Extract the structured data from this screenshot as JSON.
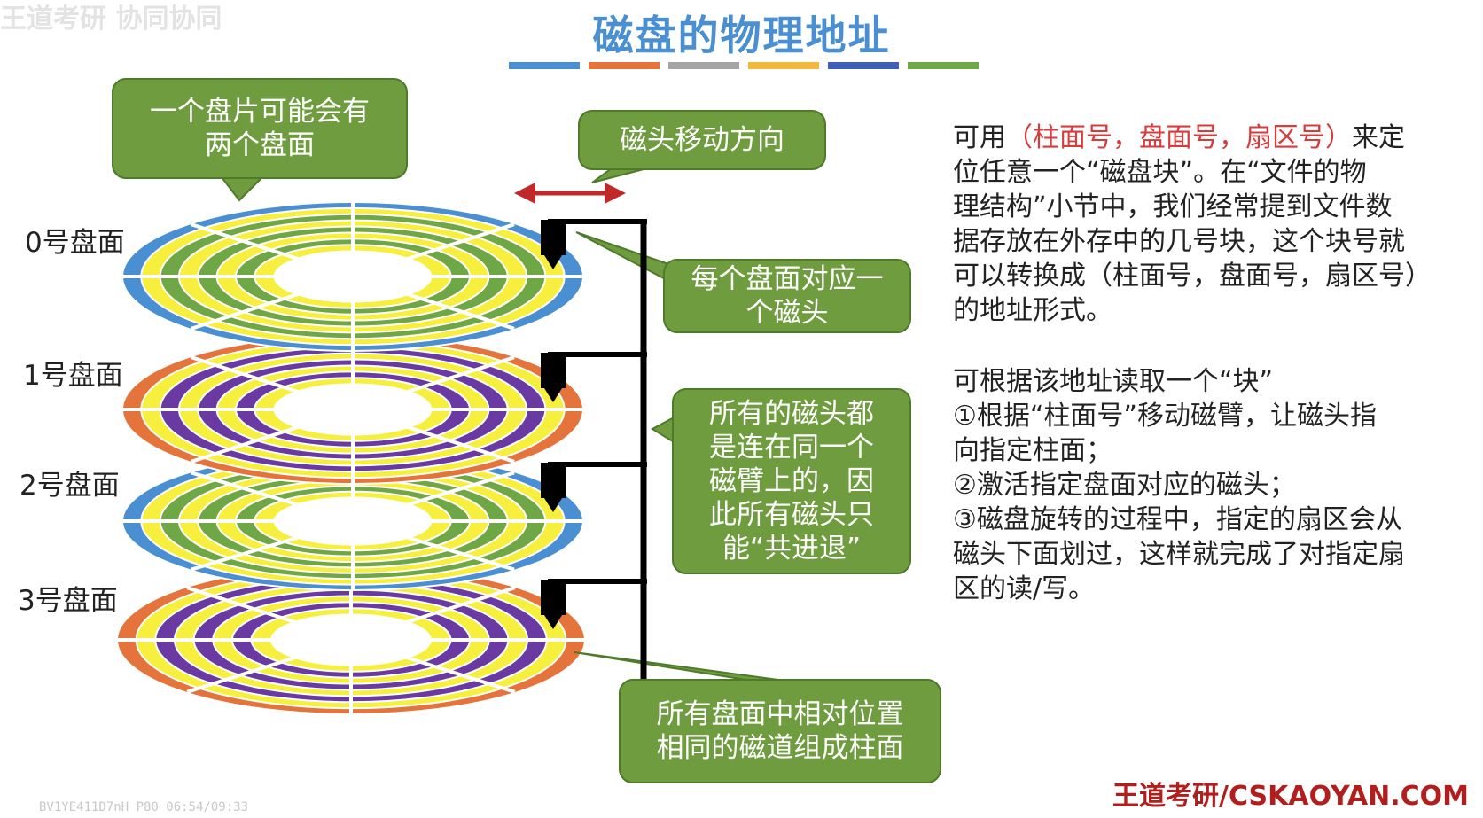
{
  "watermark": "王道考研 协同协同",
  "title": "磁盘的物理地址",
  "title_bar_colors": [
    "#4a8fd2",
    "#e4743b",
    "#a5a5a5",
    "#f2b83c",
    "#3f5fb8",
    "#6fa746"
  ],
  "platter_labels": [
    "0号盘面",
    "1号盘面",
    "2号盘面",
    "3号盘面"
  ],
  "bubbles": {
    "two_surfaces": "一个盘片可能会有\n两个盘面",
    "head_direction": "磁头移动方向",
    "one_head_per_surface": "每个盘面对应一\n个磁头",
    "same_arm": "所有的磁头都\n是连在同一个\n磁臂上的，因\n此所有磁头只\n能“共进退”",
    "cylinder": "所有盘面中相对位置\n相同的磁道组成柱面"
  },
  "right_text": {
    "p1_prefix": "可用",
    "p1_highlight": "（柱面号，盘面号，扇区号）",
    "p1_rest": "来定\n位任意一个“磁盘块”。在“文件的物\n理结构”小节中，我们经常提到文件数\n据存放在外存中的几号块，这个块号就\n可以转换成（柱面号，盘面号，扇区号）\n的地址形式。",
    "p2": "可根据该地址读取一个“块”\n①根据“柱面号”移动磁臂，让磁头指\n向指定柱面；\n②激活指定盘面对应的磁头；\n③磁盘旋转的过程中，指定的扇区会从\n磁头下面划过，这样就完成了对指定扇\n区的读/写。"
  },
  "brand": "王道考研/CSKAOYAN.COM",
  "footer_meta": "BV1YE411D7nH P80 06:54/09:33",
  "colors": {
    "bubble_green": "#6f9c3e",
    "platter_a": [
      "#4a8fd2",
      "#f7ef3e",
      "#6fa746"
    ],
    "platter_b": [
      "#e4743b",
      "#f7ef3e",
      "#6a3aa2"
    ],
    "arrow": "#c0282a"
  }
}
